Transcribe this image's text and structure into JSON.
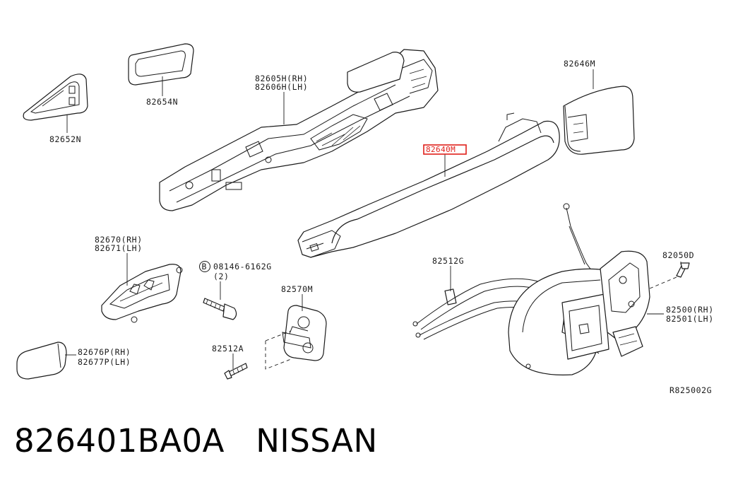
{
  "highlight_color": "#e0201b",
  "labels": {
    "p82652N": "82652N",
    "p82654N": "82654N",
    "p82605H": "82605H(RH)",
    "p82606H": "82606H(LH)",
    "p82646M": "82646M",
    "p82640M": "82640M",
    "p82670": "82670(RH)",
    "p82671": "82671(LH)",
    "bolt_code": "08146-6162G",
    "bolt_qty": "(2)",
    "bolt_mark": "B",
    "p82512G": "82512G",
    "p82570M": "82570M",
    "p82512A": "82512A",
    "p82676P": "82676P(RH)",
    "p82677P": "82677P(LH)",
    "p82050D": "82050D",
    "p82500": "82500(RH)",
    "p82501": "82501(LH)",
    "ref": "R825002G"
  },
  "caption": "826401BA0A   NISSAN"
}
